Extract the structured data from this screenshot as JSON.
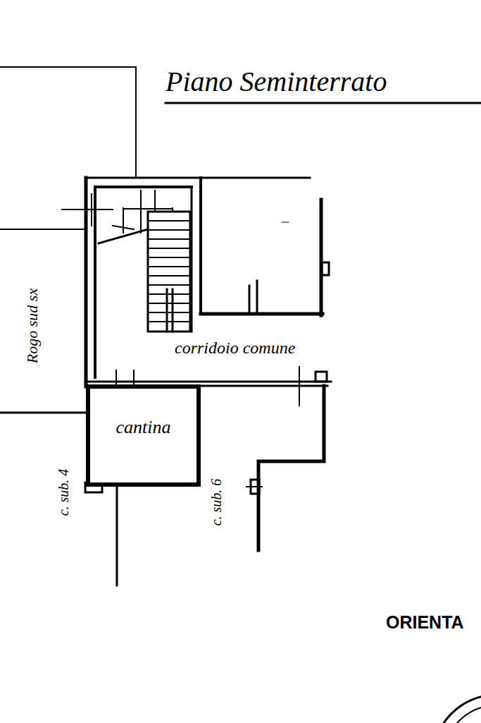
{
  "diagram": {
    "title": "Piano Seminterrato",
    "nodes": [
      {
        "text": [
          "cantina"
        ]
      }
    ],
    "labels": [
      "corridoio comune",
      "Rogo sud sx",
      "c. sub. 4",
      "c. sub. 6",
      "ORIENTA"
    ]
  }
}
